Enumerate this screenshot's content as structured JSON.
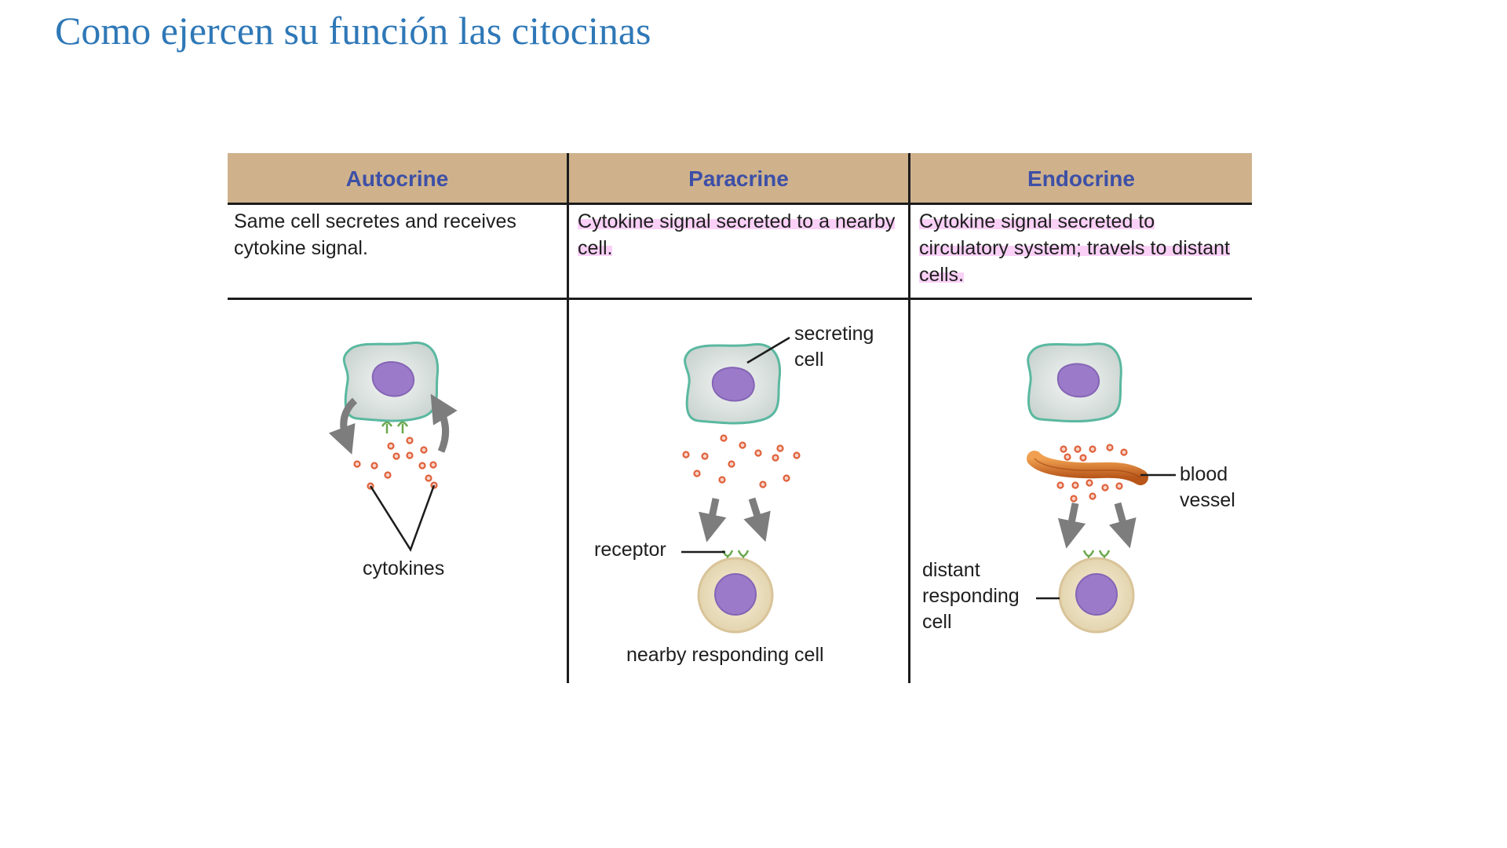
{
  "slide": {
    "title": "Como ejercen su función las citocinas"
  },
  "columns": [
    {
      "heading": "Autocrine",
      "description": "Same cell secretes and receives cytokine signal."
    },
    {
      "heading": "Paracrine",
      "description": "Cytokine signal secreted to a nearby cell."
    },
    {
      "heading": "Endocrine",
      "description": "Cytokine signal secreted to circulatory system; travels to distant cells."
    }
  ],
  "labels": {
    "cytokines": "cytokines",
    "secreting_cell_1": "secreting",
    "secreting_cell_2": "cell",
    "receptor": "receptor",
    "nearby_responding_cell": "nearby responding cell",
    "blood_vessel_1": "blood",
    "blood_vessel_2": "vessel",
    "distant_1": "distant",
    "distant_2": "responding",
    "distant_3": "cell"
  },
  "colors": {
    "header_bg": "#cfb28c",
    "header_text": "#3d4fa6",
    "title": "#2f78b7",
    "highlight": "#f5aaf0",
    "nucleus": "#9b7bc9",
    "secreting_cell": "#dfe6e3",
    "responding_cell": "#eadfc2",
    "cytokine": "#e0603a",
    "blood_vessel": "#d46a22",
    "receptor": "#6aa84f"
  }
}
